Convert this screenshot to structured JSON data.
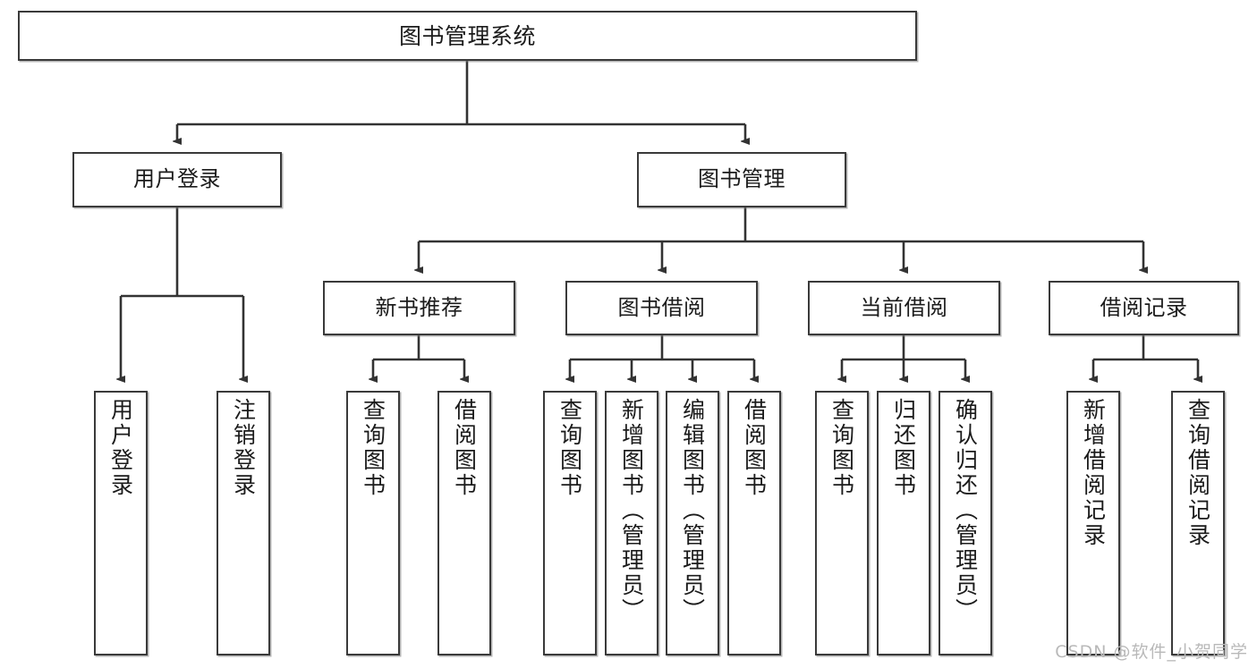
{
  "diagram": {
    "title": "图书管理系统",
    "type": "tree-hierarchy",
    "orientation": "top-down"
  },
  "nodes": {
    "root": {
      "label": "图书管理系统"
    },
    "level1": [
      {
        "id": "user-login",
        "label": "用户登录"
      },
      {
        "id": "book-manage",
        "label": "图书管理"
      }
    ],
    "level2": [
      {
        "id": "new-book-recommend",
        "label": "新书推荐"
      },
      {
        "id": "book-borrow",
        "label": "图书借阅"
      },
      {
        "id": "current-borrow",
        "label": "当前借阅"
      },
      {
        "id": "borrow-record",
        "label": "借阅记录"
      }
    ],
    "leaves": {
      "user_login": [
        {
          "id": "leaf-user-login",
          "label": "用户登录"
        },
        {
          "id": "leaf-logout-login",
          "label": "注销登录"
        }
      ],
      "new_book_recommend": [
        {
          "id": "leaf-query-book-1",
          "label": "查询图书"
        },
        {
          "id": "leaf-borrow-book-1",
          "label": "借阅图书"
        }
      ],
      "book_borrow": [
        {
          "id": "leaf-query-book-2",
          "label": "查询图书"
        },
        {
          "id": "leaf-add-book",
          "label": "新增图书（管理员）"
        },
        {
          "id": "leaf-edit-book",
          "label": "编辑图书（管理员）"
        },
        {
          "id": "leaf-borrow-book-2",
          "label": "借阅图书"
        }
      ],
      "current_borrow": [
        {
          "id": "leaf-query-book-3",
          "label": "查询图书"
        },
        {
          "id": "leaf-return-book",
          "label": "归还图书"
        },
        {
          "id": "leaf-confirm-return",
          "label": "确认归还（管理员）"
        }
      ],
      "borrow_record": [
        {
          "id": "leaf-add-record",
          "label": "新增借阅记录"
        },
        {
          "id": "leaf-query-record",
          "label": "查询借阅记录"
        }
      ]
    }
  },
  "watermark": {
    "text": "CSDN @软件_小贺同学"
  },
  "colors": {
    "border": "#3a3a3a",
    "text": "#1b1b1b",
    "background": "#ffffff",
    "wire": "#333333",
    "watermark": "#b9b9b9"
  }
}
